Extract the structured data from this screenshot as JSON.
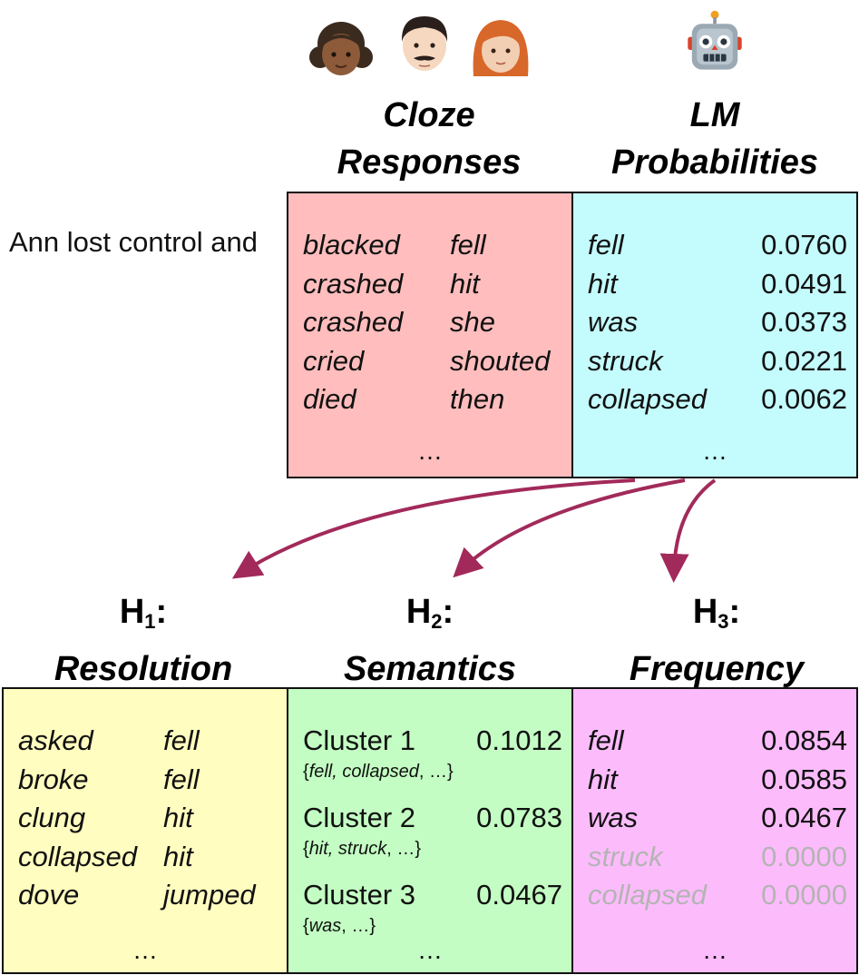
{
  "context": "Ann lost control and",
  "headers": {
    "cloze": [
      "Cloze",
      "Responses"
    ],
    "lm": [
      "LM",
      "Probabilities"
    ]
  },
  "cloze_words_left": [
    "blacked",
    "crashed",
    "crashed",
    "cried",
    "died"
  ],
  "cloze_words_right": [
    "fell",
    "hit",
    "she",
    "shouted",
    "then"
  ],
  "lm_rows": [
    {
      "word": "fell",
      "prob": "0.0760"
    },
    {
      "word": "hit",
      "prob": "0.0491"
    },
    {
      "word": "was",
      "prob": "0.0373"
    },
    {
      "word": "struck",
      "prob": "0.0221"
    },
    {
      "word": "collapsed",
      "prob": "0.0062"
    }
  ],
  "ellipsis": "…",
  "hypotheses": [
    {
      "h": "H",
      "n": "1",
      "colon": ":",
      "name": "Resolution"
    },
    {
      "h": "H",
      "n": "2",
      "colon": ":",
      "name": "Semantics"
    },
    {
      "h": "H",
      "n": "3",
      "colon": ":",
      "name": "Frequency"
    }
  ],
  "resolution_left": [
    "asked",
    "broke",
    "clung",
    "collapsed",
    "dove"
  ],
  "resolution_right": [
    "fell",
    "fell",
    "hit",
    "hit",
    "jumped"
  ],
  "clusters": [
    {
      "label": "Cluster 1",
      "value": "0.1012",
      "open": "{",
      "members": "fell, collapsed",
      "tail": ", …}"
    },
    {
      "label": "Cluster 2",
      "value": "0.0783",
      "open": "{",
      "members": "hit, struck",
      "tail": ", …}"
    },
    {
      "label": "Cluster 3",
      "value": "0.0467",
      "open": "{",
      "members": "was",
      "tail": ", …}"
    }
  ],
  "frequency_rows": [
    {
      "word": "fell",
      "prob": "0.0854",
      "greyed": false
    },
    {
      "word": "hit",
      "prob": "0.0585",
      "greyed": false
    },
    {
      "word": "was",
      "prob": "0.0467",
      "greyed": false
    },
    {
      "word": "struck",
      "prob": "0.0000",
      "greyed": true
    },
    {
      "word": "collapsed",
      "prob": "0.0000",
      "greyed": true
    }
  ],
  "colors": {
    "cloze_bg": "#ffbdbd",
    "lm_bg": "#c4fbfd",
    "resolution_bg": "#fffdbf",
    "semantics_bg": "#c3fdc3",
    "frequency_bg": "#fcbcfc",
    "arrow": "#a22a5a"
  },
  "icons": [
    "girl-emoji-icon",
    "man-emoji-icon",
    "woman-emoji-icon",
    "robot-emoji-icon"
  ]
}
